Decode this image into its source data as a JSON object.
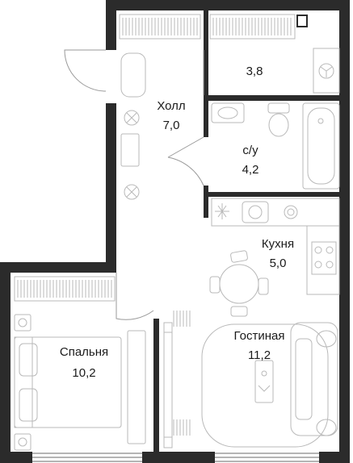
{
  "rooms": {
    "storage": {
      "area": "3,8"
    },
    "hall": {
      "name": "Холл",
      "area": "7,0"
    },
    "bathroom": {
      "name": "с/у",
      "area": "4,2"
    },
    "kitchen": {
      "name": "Кухня",
      "area": "5,0"
    },
    "bedroom": {
      "name": "Спальня",
      "area": "10,2"
    },
    "living": {
      "name": "Гостиная",
      "area": "11,2"
    }
  },
  "colors": {
    "wall": "#2b2b2b",
    "furniture": "#b9b9b9",
    "glass": "#888888"
  }
}
